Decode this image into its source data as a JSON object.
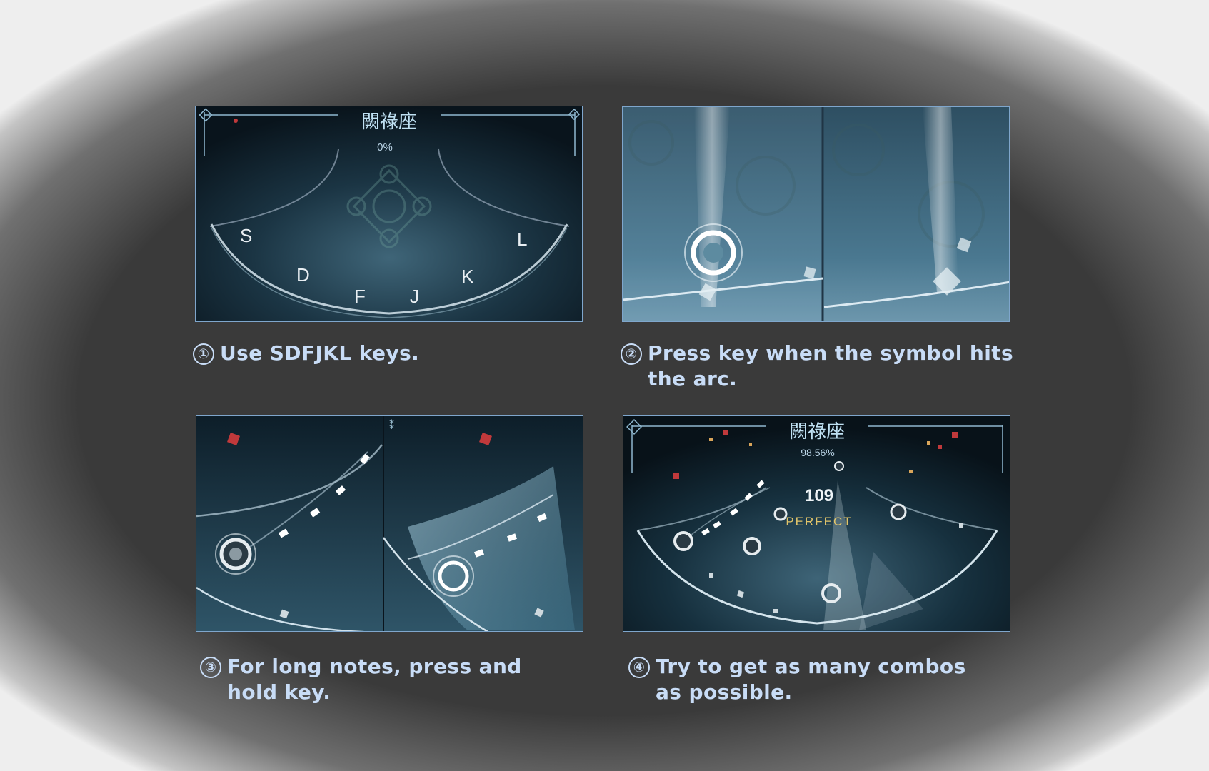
{
  "colors": {
    "caption": "#c8dcf6",
    "panel_border": "#7fa6cc",
    "perfect": "#e2c56a",
    "note_red": "#c0393b"
  },
  "panels": [
    {
      "step": "①",
      "caption_line1": "Use SDFJKL keys.",
      "caption_line2": "",
      "hud_title": "闕祿座",
      "progress": "0%",
      "keys": [
        "S",
        "D",
        "F",
        "J",
        "K",
        "L"
      ]
    },
    {
      "step": "②",
      "caption_line1": "Press key when the symbol hits",
      "caption_line2": "the arc."
    },
    {
      "step": "③",
      "caption_line1": "For long notes, press and",
      "caption_line2": "hold key."
    },
    {
      "step": "④",
      "caption_line1": "Try to get as many combos",
      "caption_line2": "as possible.",
      "hud_title": "闕祿座",
      "progress": "98.56%",
      "combo": "109",
      "judgement": "PERFECT"
    }
  ]
}
